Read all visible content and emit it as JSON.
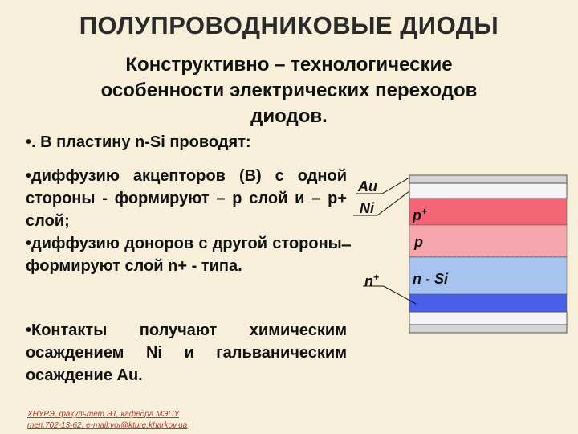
{
  "title": "ПОЛУПРОВОДНИКОВЫЕ ДИОДЫ",
  "subtitle": [
    "Конструктивно – технологические",
    "особенности электрических переходов",
    "диодов."
  ],
  "body": {
    "p1": "•. В пластину n-Si проводят:",
    "p2": "•диффузию акцепторов (В) с одной стороны - формируют – р слой и – р+ слой;",
    "p3": "•диффузию доноров с другой стороны ̶ формируют слой n+ - типа.",
    "p4": "•Контакты получают химическим осаждением Ni и гальваническим осаждение Au."
  },
  "diagram": {
    "labels": {
      "au": "Au",
      "ni": "Ni",
      "p_plus": "p+",
      "p": "p",
      "n_plus": "n+",
      "n_si": "n - Si"
    },
    "colors": {
      "au_layer": "#d4d4d4",
      "ni_layer": "#f3f3f3",
      "p_plus_layer": "#f36475",
      "p_layer": "#f8a6ad",
      "n_si_layer": "#a7c3ef",
      "n_plus_layer": "#4a5fe9"
    }
  },
  "footer": [
    "ХНУРЭ, факультет ЭТ, кафедра МЭПУ",
    "тел.702-13-62, e-mail:vol@kture.kharkov.ua"
  ]
}
